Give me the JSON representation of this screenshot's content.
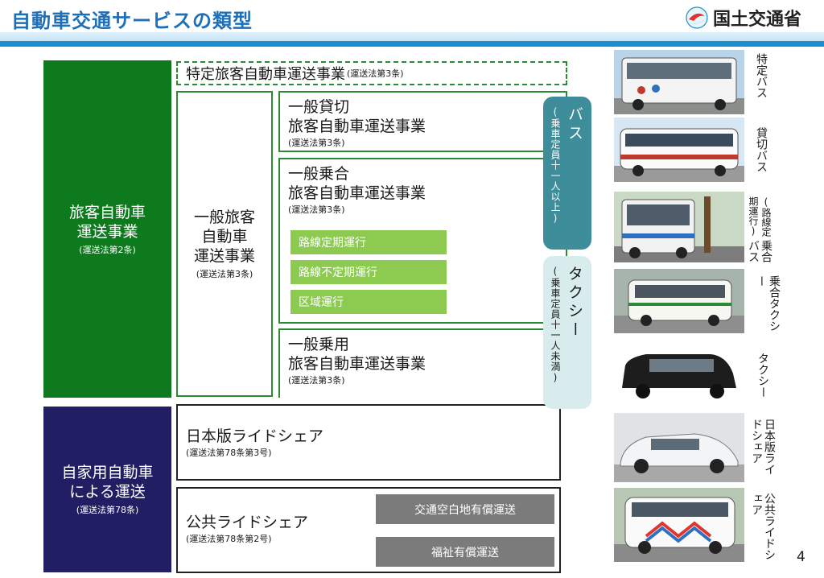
{
  "header": {
    "title": "自動車交通サービスの類型",
    "org_name": "国土交通省"
  },
  "left": {
    "passenger": {
      "title": "旅客自動車\n運送事業",
      "law": "(運送法第2条)"
    },
    "private": {
      "title": "自家用自動車\nによる運送",
      "law": "(運送法第78条)"
    }
  },
  "specific": {
    "title": "特定旅客自動車運送事業",
    "law": "(運送法第3条)"
  },
  "general": {
    "title": "一般旅客\n自動車\n運送事業",
    "law": "(運送法第3条)"
  },
  "charter": {
    "title": "一般貸切\n旅客自動車運送事業",
    "law": "(運送法第3条)"
  },
  "shared": {
    "title": "一般乗合\n旅客自動車運送事業",
    "law": "(運送法第3条)",
    "operations": [
      "路線定期運行",
      "路線不定期運行",
      "区域運行"
    ]
  },
  "hire": {
    "title": "一般乗用\n旅客自動車運送事業",
    "law": "(運送法第3条)"
  },
  "japan_rideshare": {
    "title": "日本版ライドシェア",
    "law": "(運送法第78条第3号)"
  },
  "public_rideshare": {
    "title": "公共ライドシェア",
    "law": "(運送法第78条第2号)",
    "types": [
      "交通空白地有償運送",
      "福祉有償運送"
    ]
  },
  "pills": {
    "bus": {
      "label": "バス",
      "note": "(乗車定員十一人以上)"
    },
    "taxi": {
      "label": "タクシー",
      "note": "(乗車定員十一人未満)"
    }
  },
  "photos": [
    {
      "label": "特定バス",
      "sub": ""
    },
    {
      "label": "貸切バス",
      "sub": ""
    },
    {
      "label": "乗合バス",
      "sub": "(路線定期運行)"
    },
    {
      "label": "乗合タクシー",
      "sub": ""
    },
    {
      "label": "タクシー",
      "sub": ""
    },
    {
      "label": "日本版ライドシェア",
      "sub": ""
    },
    {
      "label": "公共ライドシェア",
      "sub": ""
    }
  ],
  "colors": {
    "title_blue": "#1d6fb8",
    "category_green": "#0e7a1e",
    "category_navy": "#221e64",
    "operation_green": "#8ccb50",
    "bus_teal": "#3d8d9a",
    "taxi_pale": "#d8ecee",
    "gray_button": "#7b7b7b"
  },
  "page_number": "4"
}
